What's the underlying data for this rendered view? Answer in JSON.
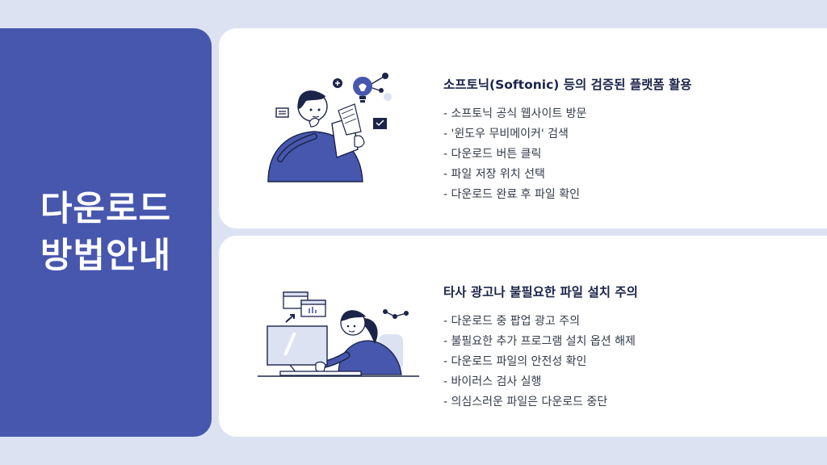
{
  "left_panel": {
    "title_line1": "다운로드",
    "title_line2": "방법안내"
  },
  "sections": [
    {
      "heading": "소프토닉(Softonic) 등의 검증된 플랫폼 활용",
      "items": [
        "- 소프토닉 공식 웹사이트 방문",
        "- '윈도우 무비메이커' 검색",
        "- 다운로드 버튼 클릭",
        "- 파일 저장 위치 선택",
        "- 다운로드 완료 후 파일 확인"
      ]
    },
    {
      "heading": "타사 광고나 불필요한 파일 설치 주의",
      "items": [
        "- 다운로드 중 팝업 광고 주의",
        "- 불필요한 추가 프로그램 설치 옵션 해제",
        "- 다운로드 파일의 안전성 확인",
        "- 바이러스 검사 실행",
        "- 의심스러운 파일은 다운로드 중단"
      ]
    }
  ],
  "colors": {
    "background": "#dde2f3",
    "panel": "#4757ae",
    "illustration": "#4757ae",
    "heading": "#1b2449"
  }
}
